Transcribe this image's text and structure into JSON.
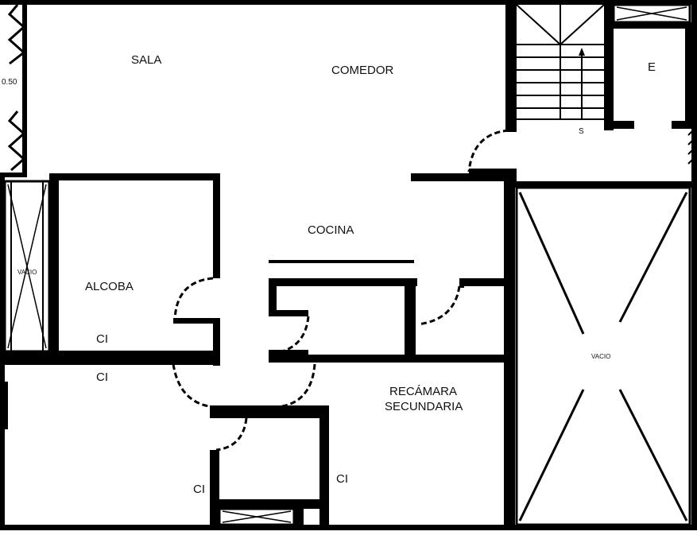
{
  "labels": {
    "sala": "SALA",
    "comedor": "COMEDOR",
    "cocina": "COCINA",
    "alcoba": "ALCOBA",
    "recamara_line1": "RECÁMARA",
    "recamara_line2": "SECUNDARIA",
    "e": "E",
    "s": "S",
    "vacio_left": "VACIO",
    "vacio_right": "VACIO",
    "dimension": "0.50",
    "ci_alcoba": "CI",
    "ci_hall": "CI",
    "ci_bath_left": "CI",
    "ci_bath_right": "CI"
  }
}
